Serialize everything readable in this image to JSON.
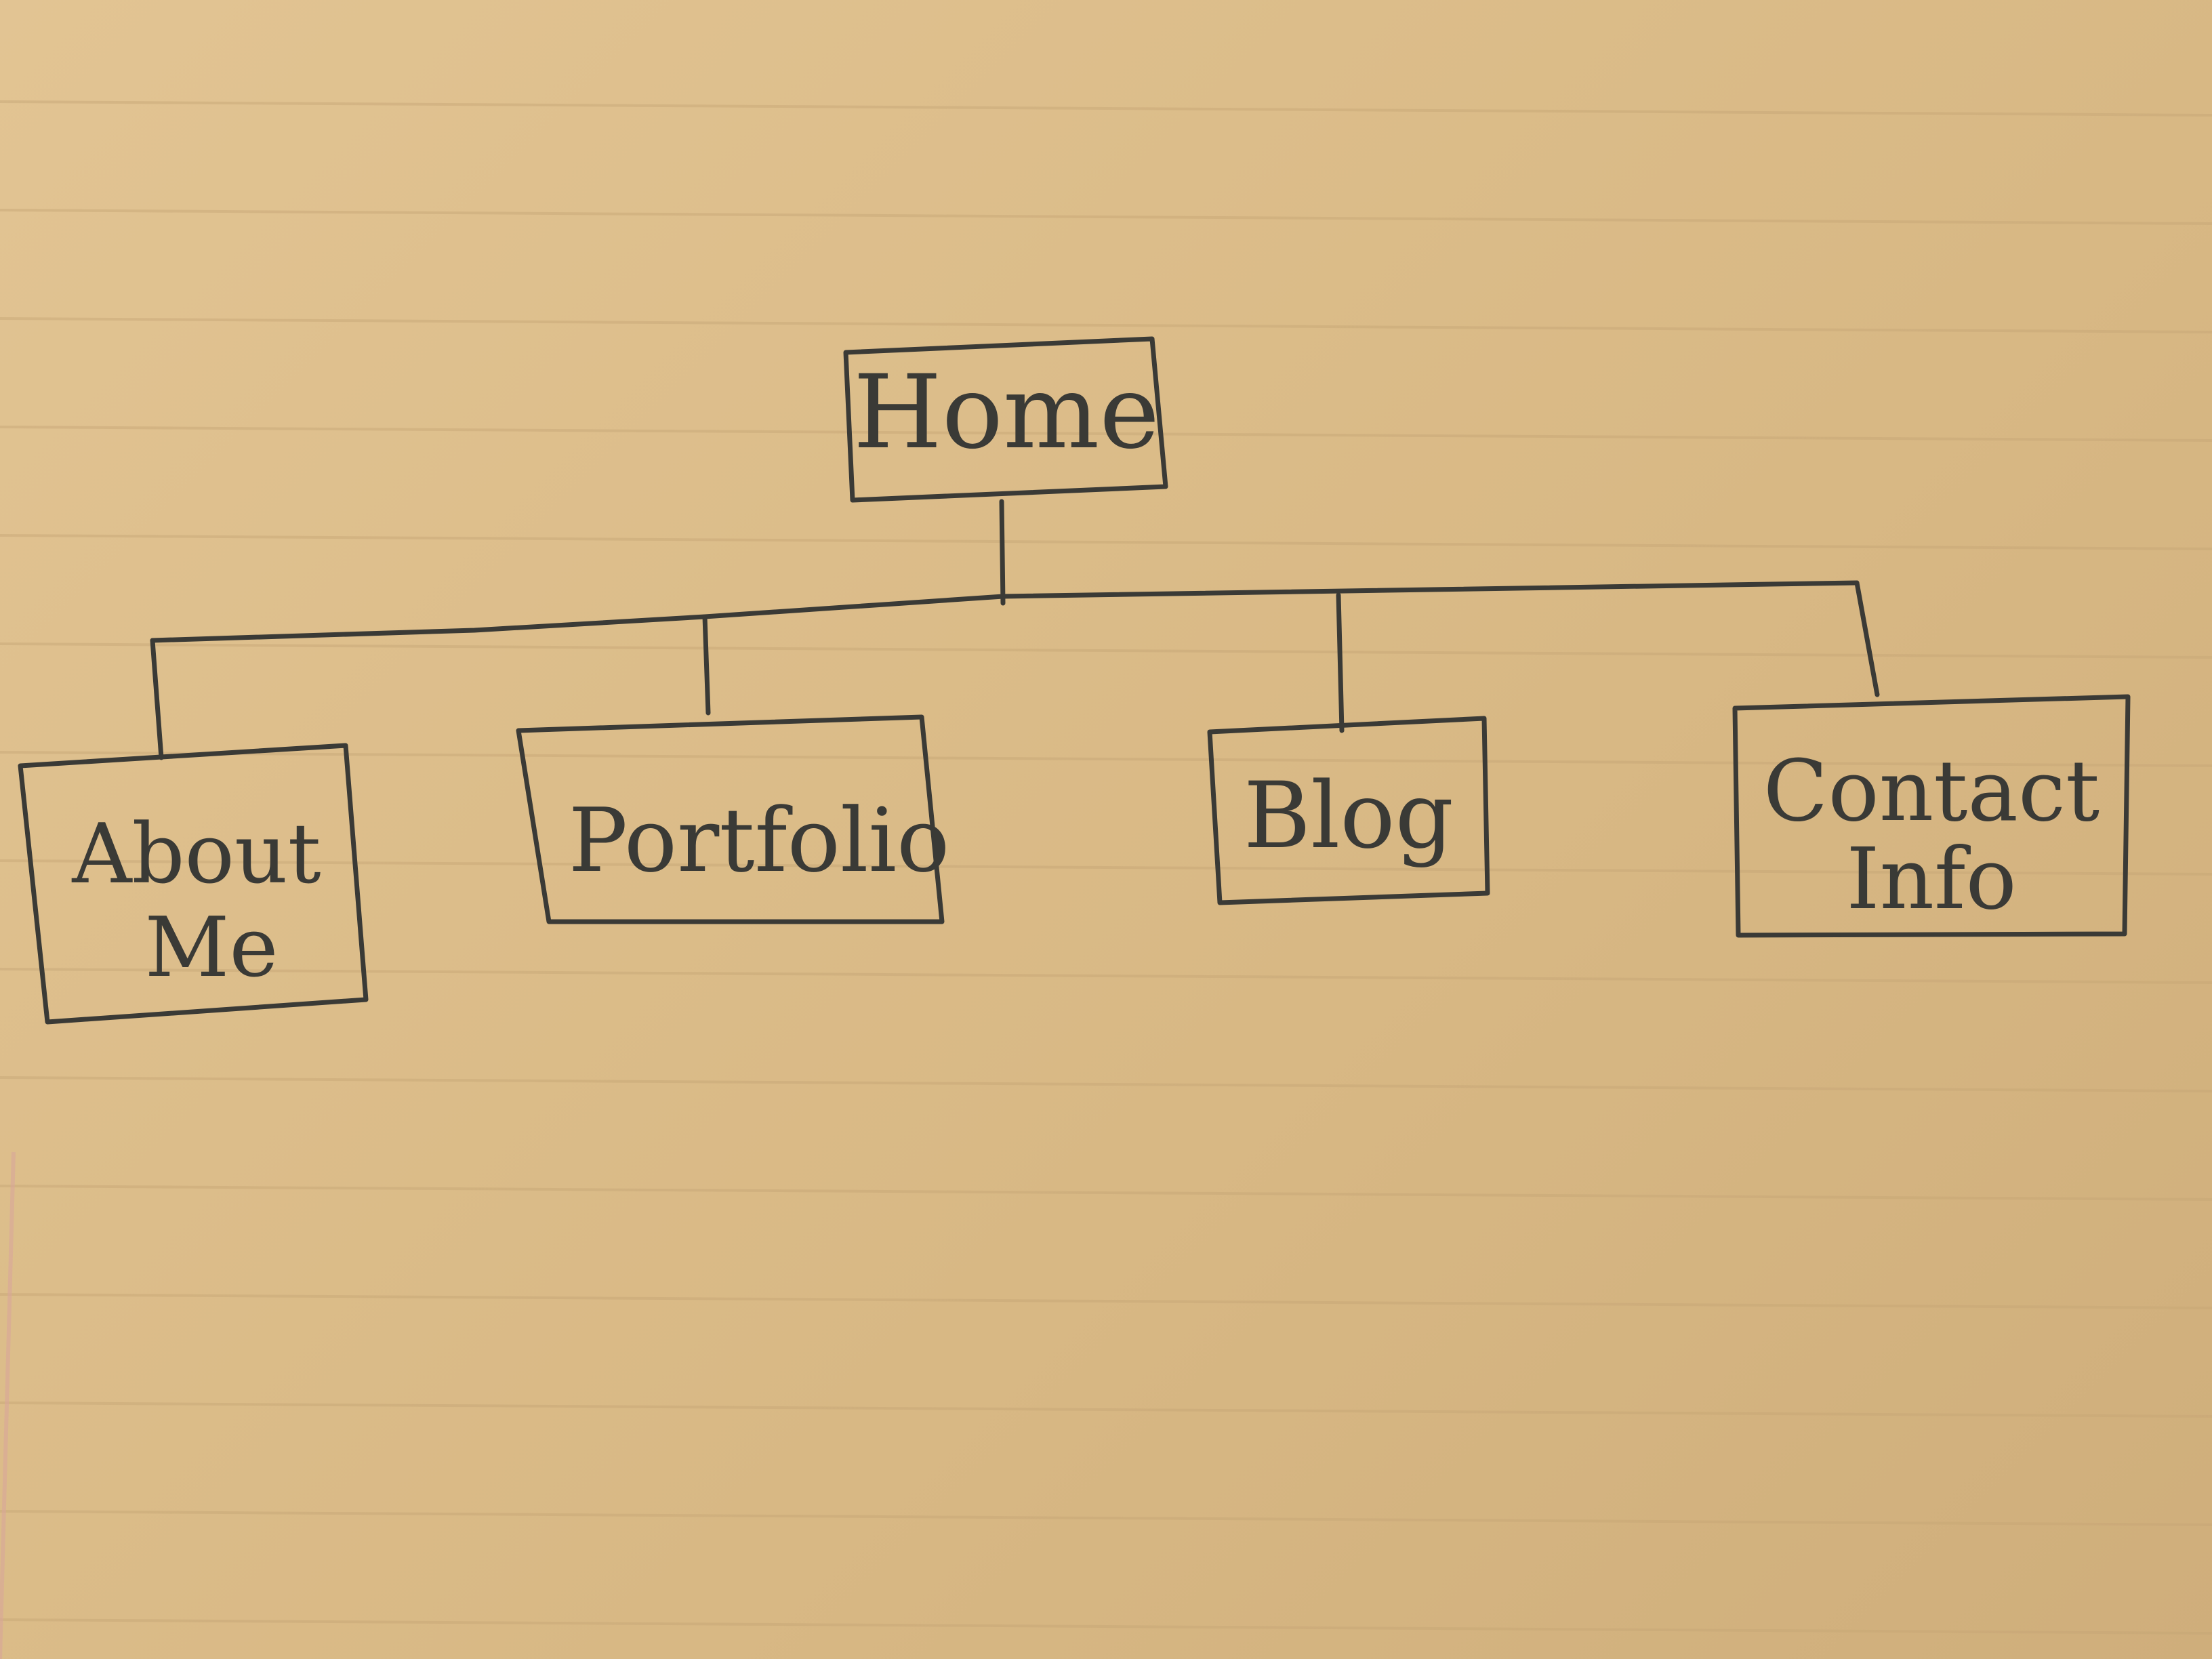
{
  "diagram": {
    "root": {
      "label": "Home"
    },
    "children": [
      {
        "lines": [
          "About",
          "Me"
        ]
      },
      {
        "lines": [
          "Portfolio"
        ]
      },
      {
        "lines": [
          "Blog"
        ]
      },
      {
        "lines": [
          "Contact",
          "Info"
        ]
      }
    ]
  },
  "colors": {
    "ink": "#3a3a36",
    "paper": "#dcbd8a",
    "rule": "#c9ab7c",
    "margin": "#d9a79a"
  }
}
